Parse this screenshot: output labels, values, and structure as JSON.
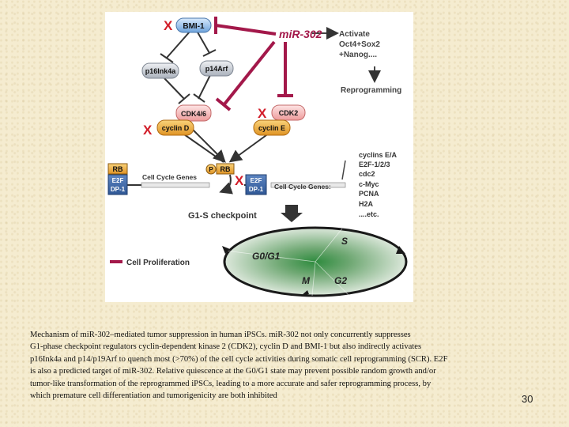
{
  "diagram": {
    "nodes": {
      "bmi1": "BMI-1",
      "mir302": "miR-302",
      "p16": "p16Ink4a",
      "p14": "p14Arf",
      "cdk46": "CDK4/6",
      "cyclin_d": "cyclin D",
      "cdk2": "CDK2",
      "cyclin_e": "cyclin E",
      "rb_left": "RB",
      "e2f_left": "E2F",
      "dp1_left": "DP-1",
      "cell_cycle_genes_left": "Cell Cycle Genes",
      "p_rb_p": "P",
      "rb_right": "RB",
      "e2f_right": "E2F",
      "dp1_right": "DP-1",
      "cell_cycle_genes_right": "Cell Cycle Genes:",
      "checkpoint": "G1-S checkpoint"
    },
    "inhibition_mark": "X",
    "activate_lines": [
      "Activate",
      "Oct4+Sox2",
      "+Nanog...."
    ],
    "reprogramming": "Reprogramming",
    "gene_list": [
      "cyclins E/A",
      "E2F-1/2/3",
      "cdc2",
      "c-Myc",
      "PCNA",
      "H2A",
      "....etc."
    ],
    "legend": "Cell Proliferation",
    "cycle_phases": {
      "g0g1": "G0/G1",
      "s": "S",
      "m": "M",
      "g2": "G2"
    },
    "colors": {
      "mir": "#a3184a",
      "node_blue": "#8fb9e6",
      "node_pink": "#f6c6c6",
      "node_gray": "#cfd4dc",
      "red_x": "#d21e2a",
      "ellipse_green": "#7fae86"
    }
  },
  "caption_lines": [
    "Mechanism of miR-302–mediated tumor suppression in human iPSCs. miR-302 not only concurrently suppresses",
    "G1-phase checkpoint regulators cyclin-dependent kinase 2 (CDK2), cyclin D and BMI-1 but also indirectly activates",
    "p16Ink4a and p14/p19Arf to quench most (>70%) of the cell cycle activities during somatic cell reprogramming (SCR). E2F",
    "is also a predicted target of miR-302. Relative quiescence at the G0/G1 state may prevent possible random growth and/or",
    "tumor-like transformation of the reprogrammed iPSCs, leading to a more accurate and safer reprogramming process, by",
    "which premature cell differentiation and tumorigenicity are both inhibited"
  ],
  "page_number": "30"
}
